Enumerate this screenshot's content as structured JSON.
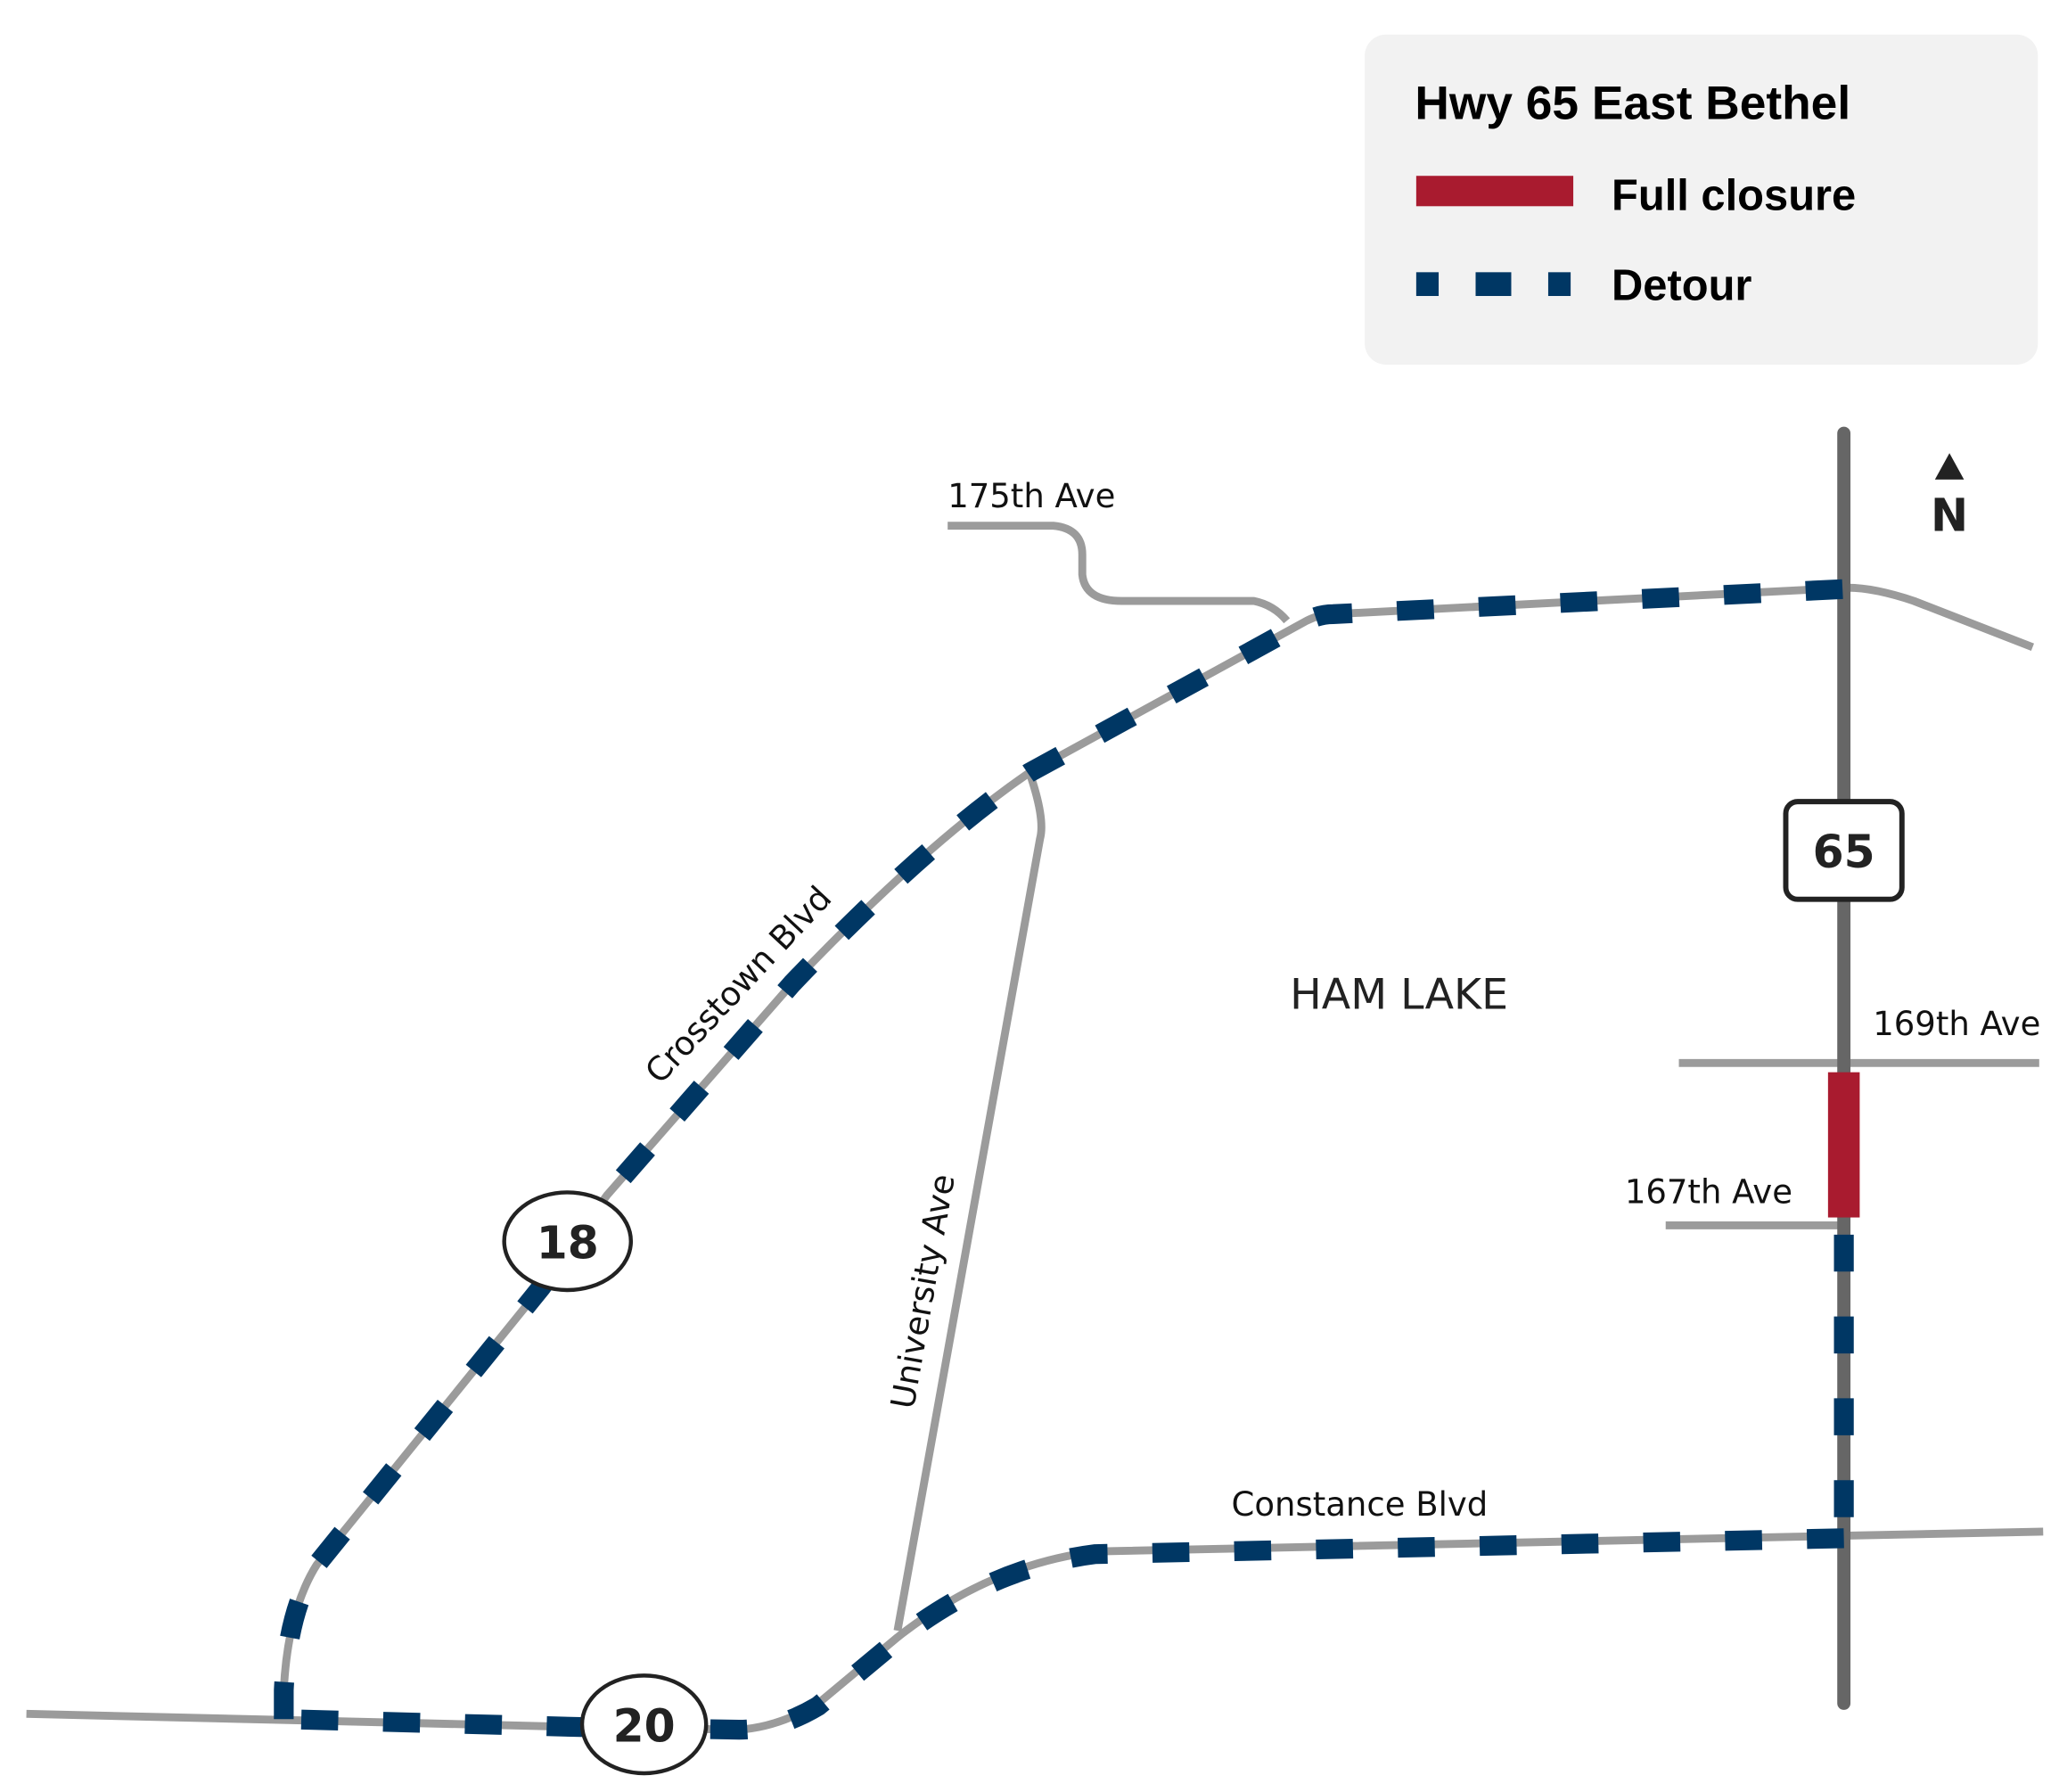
{
  "legend": {
    "title": "Hwy 65 East Bethel",
    "items": [
      {
        "label": "Full closure",
        "color": "#A91B2F"
      },
      {
        "label": "Detour",
        "color": "#003764"
      }
    ]
  },
  "north_arrow": {
    "label": "N"
  },
  "area_label": "HAM LAKE",
  "roads": {
    "ave175": "175th Ave",
    "crosstown": "Crosstown Blvd",
    "university": "University Ave",
    "constance": "Constance Blvd",
    "ave169": "169th Ave",
    "ave167": "167th Ave"
  },
  "shields": {
    "hwy65": "65",
    "county18": "18",
    "county20": "20"
  },
  "colors": {
    "road": "#9B9B9B",
    "highway": "#666666",
    "closure": "#A91B2F",
    "detour": "#003764",
    "legend_bg": "#F2F2F2"
  }
}
